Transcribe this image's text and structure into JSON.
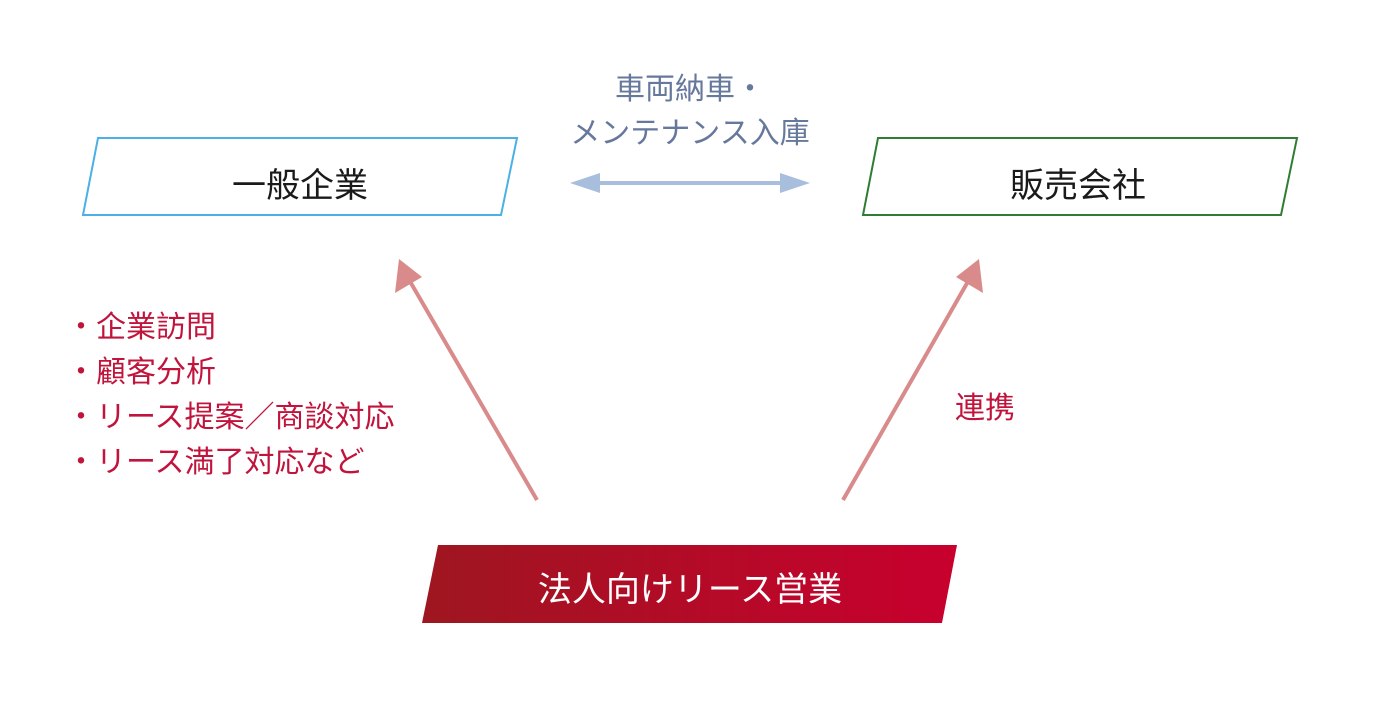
{
  "nodes": {
    "left": {
      "label": "一般企業",
      "border_color": "#4bb0e6"
    },
    "right": {
      "label": "販売会社",
      "border_color": "#2e7d32"
    },
    "bottom": {
      "label": "法人向けリース営業",
      "fill_color": "#b3112e"
    }
  },
  "edges": {
    "top": {
      "label_line1": "車両納車・",
      "label_line2": "メンテナンス入庫",
      "color": "#a8bedd"
    },
    "left": {
      "items": [
        "・企業訪問",
        "・顧客分析",
        "・リース提案／商談対応",
        "・リース満了対応など"
      ],
      "color": "#d98a8a"
    },
    "right": {
      "label": "連携",
      "color": "#d98a8a"
    }
  }
}
